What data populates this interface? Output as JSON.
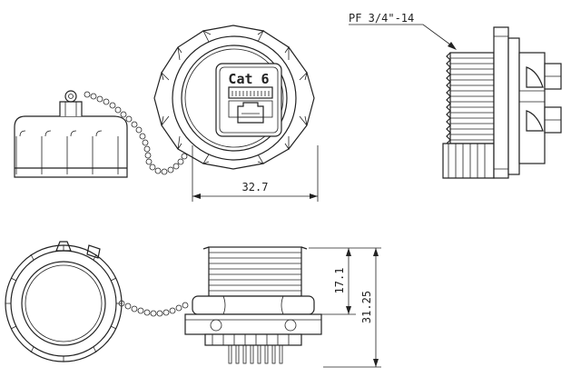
{
  "labels": {
    "thread_spec": "PF 3/4\"-14",
    "connector_label": "Cat 6",
    "dim_width": "32.7",
    "dim_height_short": "17.1",
    "dim_height_total": "31.25"
  }
}
